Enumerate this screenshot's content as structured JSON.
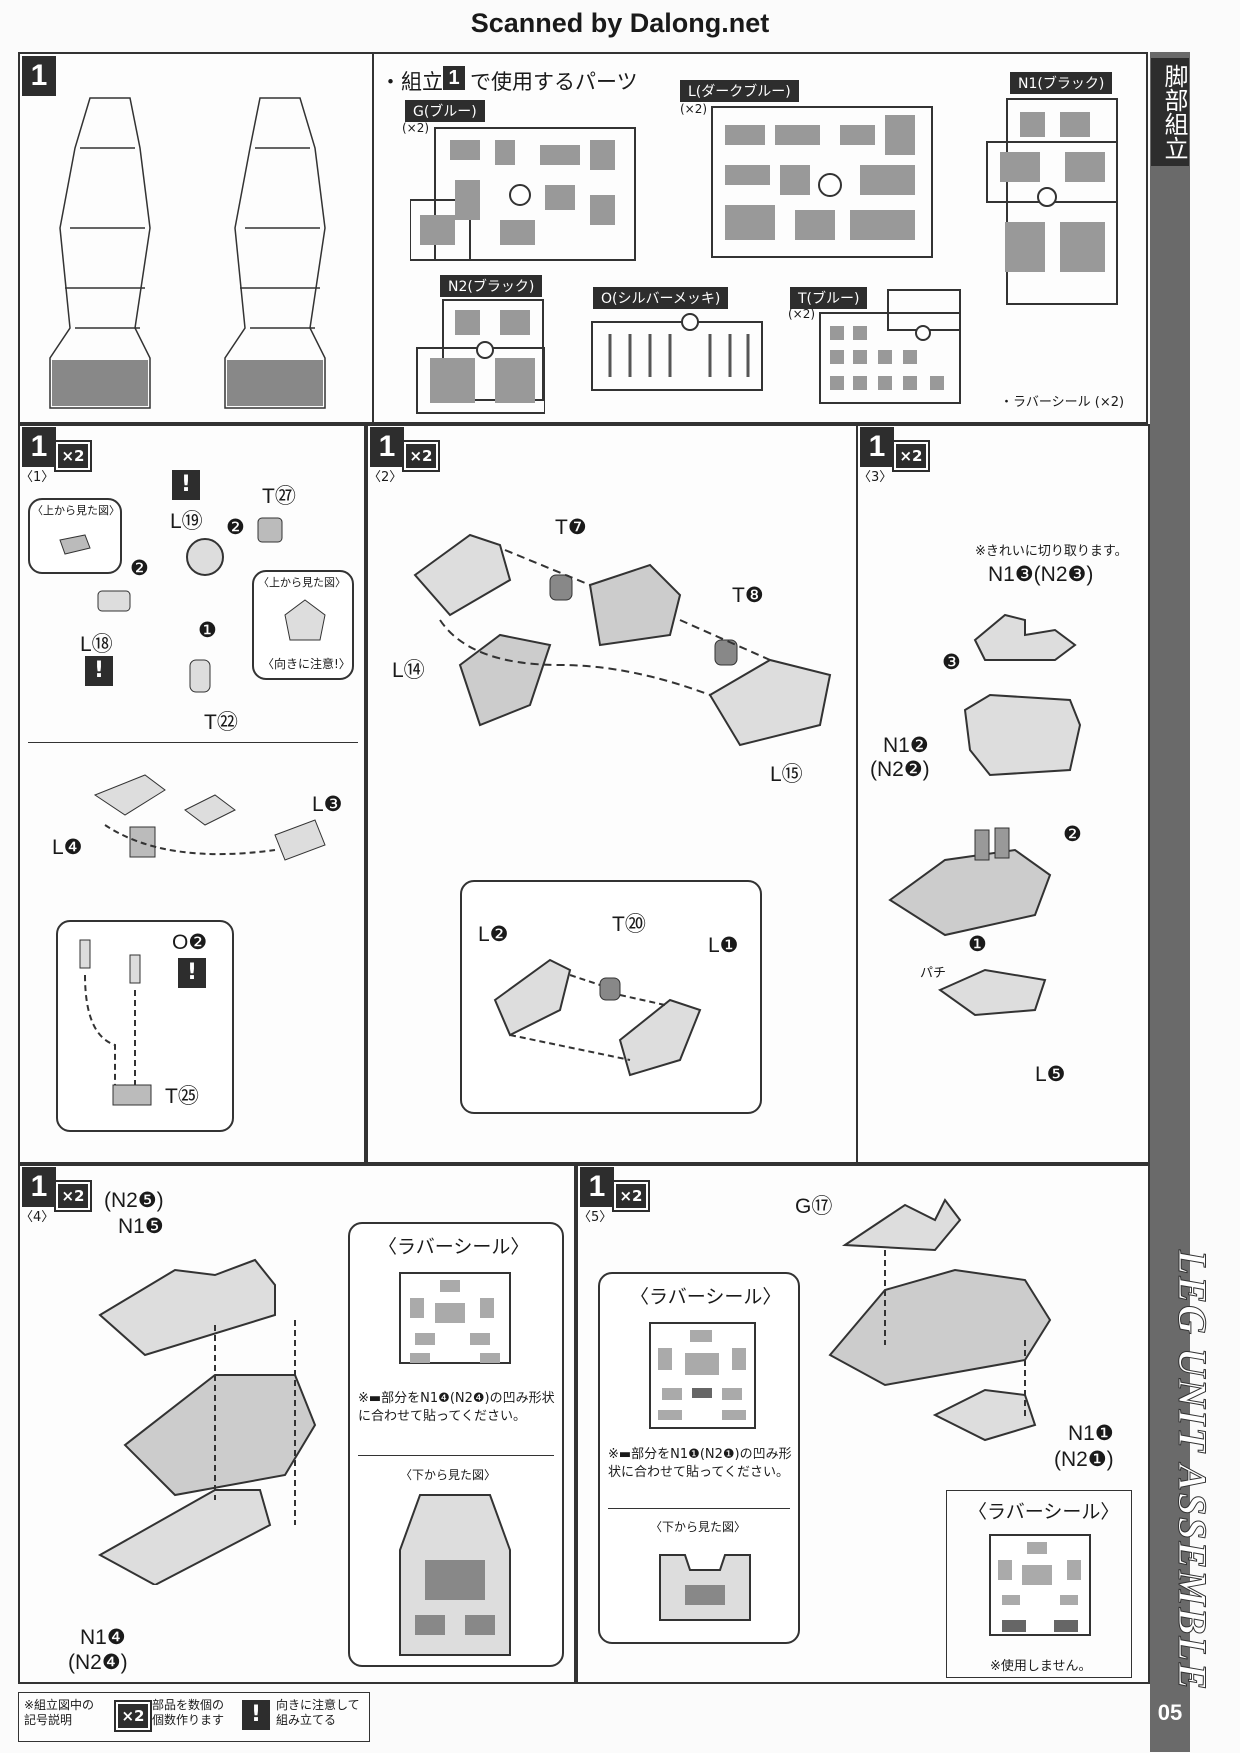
{
  "header": {
    "scan_credit": "Scanned by Dalong.net"
  },
  "sidebar": {
    "section_jp": "脚部組立",
    "section_en": "LEG UNIT ASSEMBLE",
    "page_number": "05"
  },
  "step1_overview": {
    "step": "1",
    "parts_title_prefix": "・組立",
    "parts_title_suffix": "で使用するパーツ",
    "runners": [
      {
        "name": "G(ブルー)",
        "mult": "(×2)"
      },
      {
        "name": "L(ダークブルー)",
        "mult": "(×2)"
      },
      {
        "name": "N1(ブラック)",
        "mult": ""
      },
      {
        "name": "N2(ブラック)",
        "mult": ""
      },
      {
        "name": "O(シルバーメッキ)",
        "mult": ""
      },
      {
        "name": "T(ブルー)",
        "mult": "(×2)"
      }
    ],
    "rubber_seal": "・ラバーシール (×2)"
  },
  "sub1": {
    "step": "1",
    "sub": "〈1〉",
    "mult": "×2",
    "view_top_a": "〈上から見た図〉",
    "view_top_b": "〈上から見た図〉",
    "caution": "〈向きに注意!〉",
    "labels": {
      "t27": "T㉗",
      "l19": "L⑲",
      "l18": "L⑱",
      "t22": "T㉒",
      "l3": "L❸",
      "l4": "L❹",
      "o2": "O❷",
      "t25": "T㉕"
    },
    "arrows": {
      "a1": "❶",
      "a2": "❷",
      "a3": "❷"
    }
  },
  "sub2": {
    "step": "1",
    "sub": "〈2〉",
    "mult": "×2",
    "labels": {
      "t7": "T❼",
      "t8": "T❽",
      "l14": "L⑭",
      "l15": "L⑮",
      "l2": "L❷",
      "t20": "T⑳",
      "l1": "L❶"
    }
  },
  "sub3": {
    "step": "1",
    "sub": "〈3〉",
    "mult": "×2",
    "note": "※きれいに切り取ります。",
    "labels": {
      "n13": "N1❸(N2❸)",
      "n12a": "N1❷",
      "n12b": "(N2❷)",
      "l5": "L❺",
      "pachi": "パチ"
    },
    "arrows": {
      "a1": "❶",
      "a2": "❷",
      "a3": "❸"
    }
  },
  "sub4": {
    "step": "1",
    "sub": "〈4〉",
    "mult": "×2",
    "labels": {
      "n25": "(N2❺)",
      "n15": "N1❺",
      "n14a": "N1❹",
      "n14b": "(N2❹)"
    },
    "seal_title": "〈ラバーシール〉",
    "seal_note": "※▬部分をN1❹(N2❹)の凹み形状に合わせて貼ってください。",
    "bottom_view": "〈下から見た図〉"
  },
  "sub5": {
    "step": "1",
    "sub": "〈5〉",
    "mult": "×2",
    "labels": {
      "g17": "G⑰",
      "n11a": "N1❶",
      "n11b": "(N2❶)"
    },
    "seal_title": "〈ラバーシール〉",
    "seal_note": "※▬部分をN1❶(N2❶)の凹み形状に合わせて貼ってください。",
    "bottom_view": "〈下から見た図〉",
    "seal2_title": "〈ラバーシール〉",
    "unused": "※使用しません。"
  },
  "legend": {
    "title": "※組立図中の記号説明",
    "mult_badge": "×2",
    "mult_text": "部品を数個の個数作ります",
    "caution_badge": "!",
    "caution_text": "向きに注意して組み立てる"
  }
}
